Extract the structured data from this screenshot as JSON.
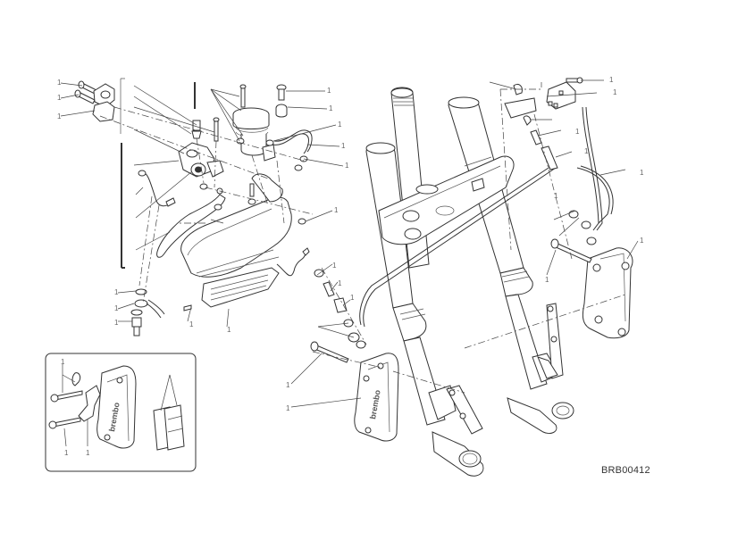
{
  "diagram": {
    "drawing_code": "BRB00412",
    "caliper_brand": "brembo",
    "callout_marks": [
      "1",
      "1",
      "1",
      "1",
      "1",
      "1",
      "1",
      "1",
      "1",
      "1",
      "1",
      "1",
      "1",
      "1",
      "1",
      "1",
      "1",
      "1",
      "1",
      "1",
      "1",
      "1",
      "1",
      "1",
      "1",
      "1",
      "1",
      "1",
      "1",
      "1"
    ],
    "colors": {
      "line": "#333333",
      "background": "#ffffff"
    }
  }
}
